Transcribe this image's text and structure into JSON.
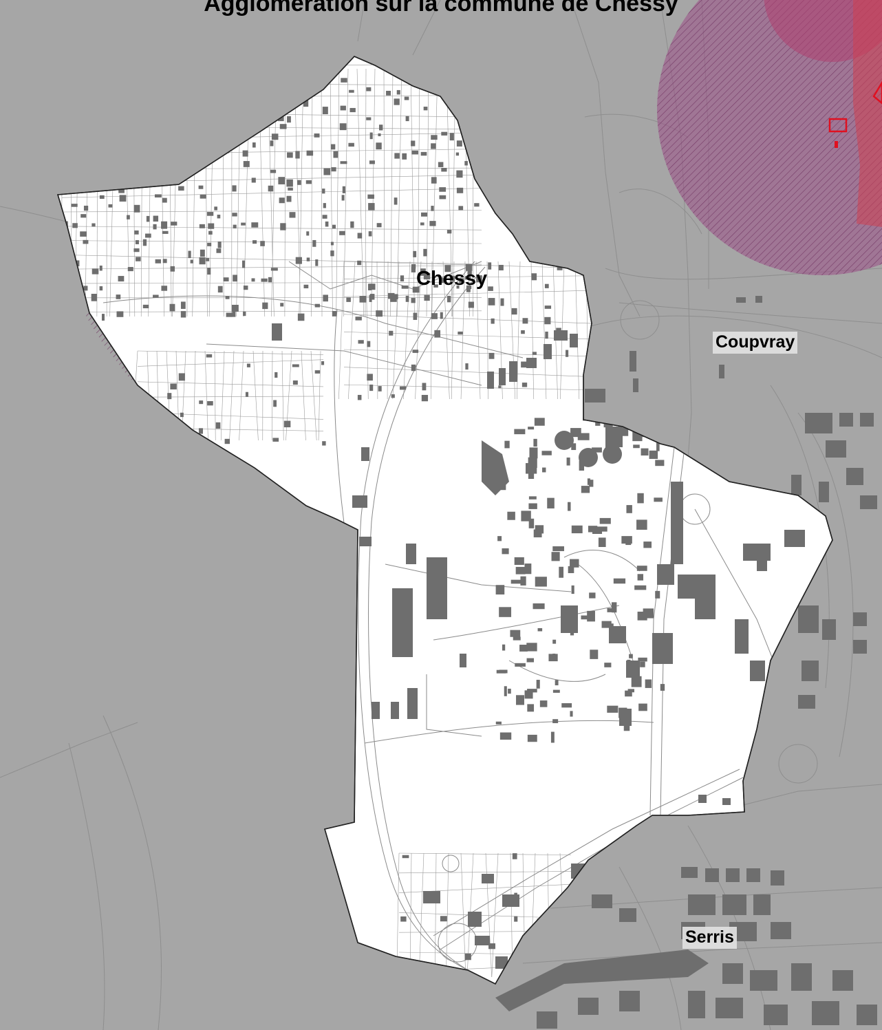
{
  "map": {
    "title": "Agglomération sur la commune de Chessy",
    "places": [
      {
        "name": "Chessy",
        "role": "main-commune"
      },
      {
        "name": "Coupvray",
        "role": "neighbour-commune"
      },
      {
        "name": "Serris",
        "role": "neighbour-commune"
      }
    ]
  },
  "colors": {
    "outside": "#a6a6a6",
    "commune_fill": "#ffffff",
    "buildings": "#6e6e6e",
    "parcel_lines": "#9a9a9a",
    "road_lines": "#8a8a8a",
    "risk_zone_outer": "#9b4f86",
    "risk_zone_inner": "#b04070",
    "risk_zone_strip": "#d04050",
    "risk_marker": "#e01020"
  }
}
